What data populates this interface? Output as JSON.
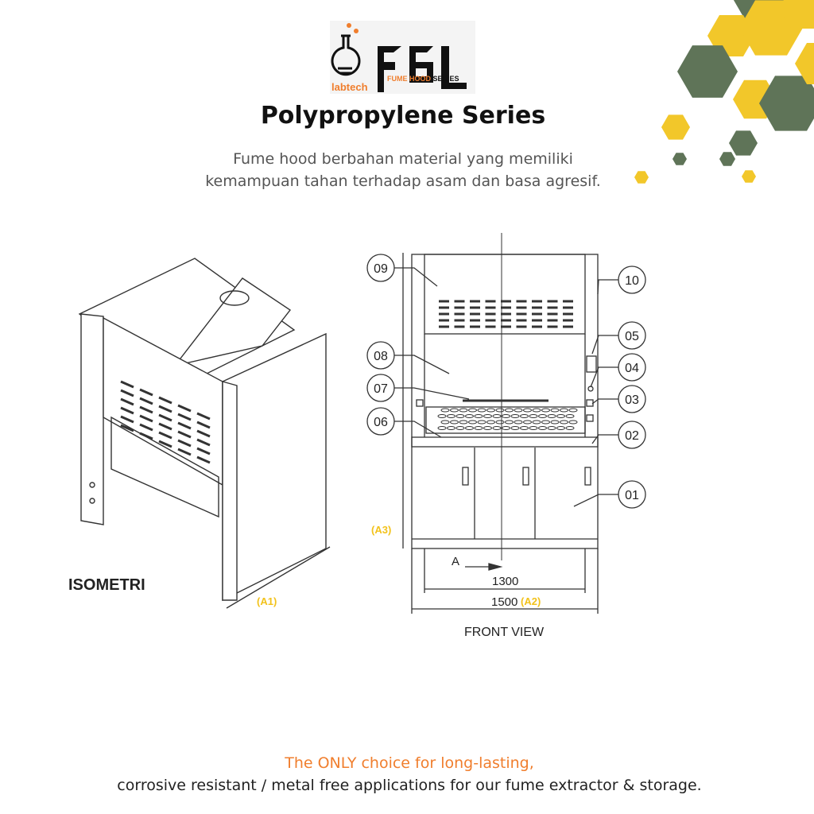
{
  "logo": {
    "brand": "labtech",
    "mark": "F6L",
    "series_orange": "FUME HOOD",
    "series_dark": "SERIES"
  },
  "title": "Polypropylene Series",
  "description": {
    "line1": "Fume hood berbahan material yang memiliki",
    "line2": "kemampuan tahan terhadap asam dan basa agresif."
  },
  "isometric": {
    "label": "ISOMETRI",
    "dim_label": "(A1)"
  },
  "front_view": {
    "label": "FRONT VIEW",
    "section_marker": "A",
    "dim_inner": "1300",
    "dim_outer": "1500",
    "dim_outer_tag": "(A2)",
    "height_tag": "(A3)",
    "callouts": {
      "c01": "01",
      "c02": "02",
      "c03": "03",
      "c04": "04",
      "c05": "05",
      "c06": "06",
      "c07": "07",
      "c08": "08",
      "c09": "09",
      "c10": "10"
    }
  },
  "footer": {
    "line1": "The ONLY choice for long-lasting,",
    "line2": "corrosive resistant / metal free applications for our  fume extractor & storage."
  },
  "colors": {
    "accent_orange": "#f07e2d",
    "hex_yellow": "#f2c72a",
    "hex_green": "#5f7458",
    "tag_yellow": "#f2c21b"
  }
}
